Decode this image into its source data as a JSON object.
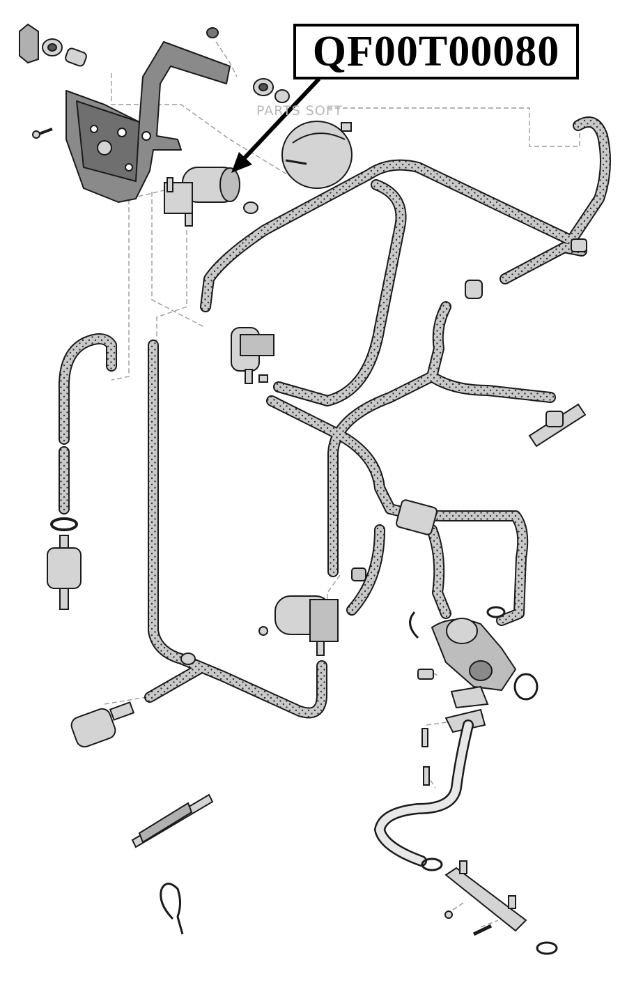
{
  "part_label": {
    "text": "QF00T00080"
  },
  "watermark": {
    "text": "PARTS SOFT"
  },
  "colors": {
    "line": "#1a1a1a",
    "hose_fill": "#c9c9c9",
    "hose_dots": "#333333",
    "metal_fill": "#d4d4d4",
    "dark_fill": "#8a8a8a",
    "leader": "#9a9a9a",
    "arrow": "#000000"
  },
  "components": [
    "mounting-bracket",
    "vacuum-solenoid-valve",
    "vacuum-reservoir",
    "vacuum-hoses",
    "fuel-filter",
    "egr-valve",
    "egr-pipe",
    "cooling-pipe",
    "cable-tie",
    "hose-clamp"
  ]
}
